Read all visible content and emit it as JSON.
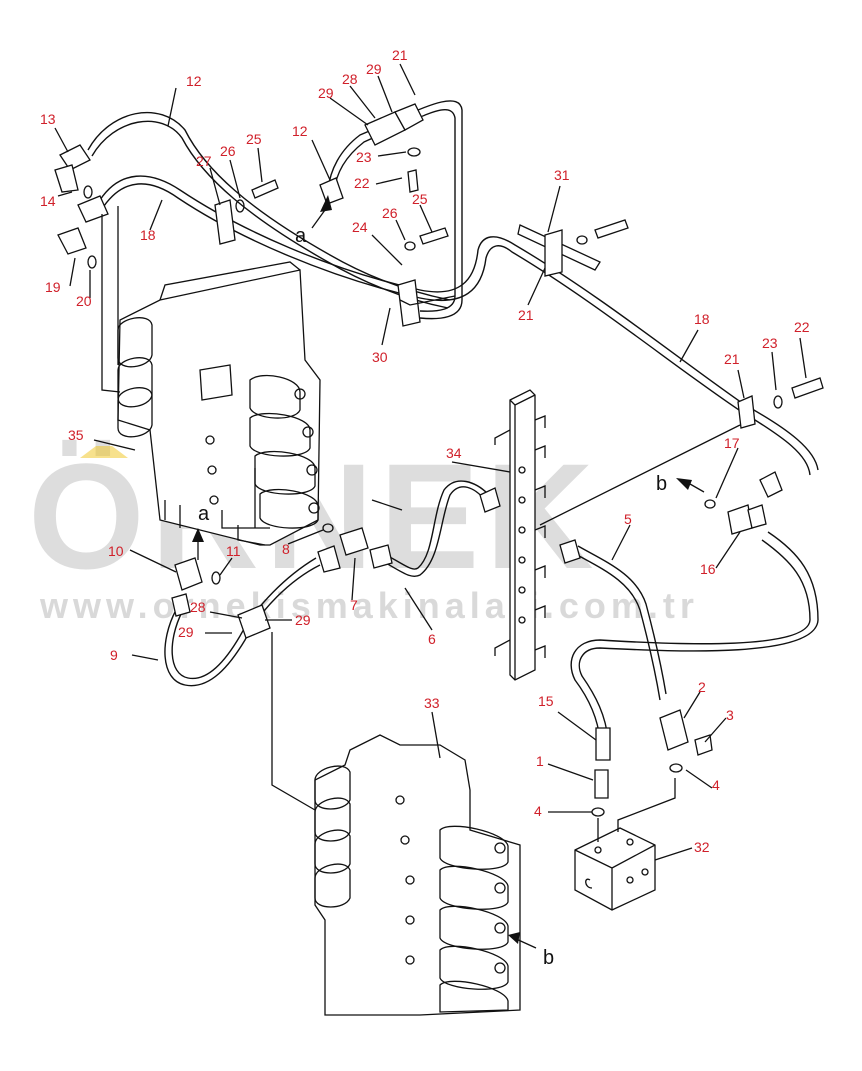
{
  "watermark": {
    "brand": "ÖRNEK",
    "url": "www.ornekismakinalari.com.tr",
    "accent_color": "#f0c419"
  },
  "colors": {
    "callout": "#d0202a",
    "lines": "#111111"
  },
  "callouts": [
    {
      "id": "c12a",
      "text": "12"
    },
    {
      "id": "c13",
      "text": "13"
    },
    {
      "id": "c14",
      "text": "14"
    },
    {
      "id": "c18a",
      "text": "18"
    },
    {
      "id": "c19",
      "text": "19"
    },
    {
      "id": "c20",
      "text": "20"
    },
    {
      "id": "c27",
      "text": "27"
    },
    {
      "id": "c26a",
      "text": "26"
    },
    {
      "id": "c25a",
      "text": "25"
    },
    {
      "id": "c29a",
      "text": "29"
    },
    {
      "id": "c28a",
      "text": "28"
    },
    {
      "id": "c29b",
      "text": "29"
    },
    {
      "id": "c21a",
      "text": "21"
    },
    {
      "id": "c12b",
      "text": "12"
    },
    {
      "id": "c23a",
      "text": "23"
    },
    {
      "id": "c22a",
      "text": "22"
    },
    {
      "id": "c26b",
      "text": "26"
    },
    {
      "id": "c25b",
      "text": "25"
    },
    {
      "id": "c24",
      "text": "24"
    },
    {
      "id": "c30",
      "text": "30"
    },
    {
      "id": "c31",
      "text": "31"
    },
    {
      "id": "c21b",
      "text": "21"
    },
    {
      "id": "c18b",
      "text": "18"
    },
    {
      "id": "c23b",
      "text": "23"
    },
    {
      "id": "c22b",
      "text": "22"
    },
    {
      "id": "c21c",
      "text": "21"
    },
    {
      "id": "c35",
      "text": "35"
    },
    {
      "id": "c34",
      "text": "34"
    },
    {
      "id": "c17",
      "text": "17"
    },
    {
      "id": "c5",
      "text": "5"
    },
    {
      "id": "c16",
      "text": "16"
    },
    {
      "id": "c8",
      "text": "8"
    },
    {
      "id": "c10",
      "text": "10"
    },
    {
      "id": "c11",
      "text": "11"
    },
    {
      "id": "c7",
      "text": "7"
    },
    {
      "id": "c28b",
      "text": "28"
    },
    {
      "id": "c29c",
      "text": "29"
    },
    {
      "id": "c29d",
      "text": "29"
    },
    {
      "id": "c9",
      "text": "9"
    },
    {
      "id": "c6",
      "text": "6"
    },
    {
      "id": "c2",
      "text": "2"
    },
    {
      "id": "c3",
      "text": "3"
    },
    {
      "id": "c15",
      "text": "15"
    },
    {
      "id": "c1",
      "text": "1"
    },
    {
      "id": "c4a",
      "text": "4"
    },
    {
      "id": "c4b",
      "text": "4"
    },
    {
      "id": "c33",
      "text": "33"
    },
    {
      "id": "c32",
      "text": "32"
    }
  ],
  "reference_marks": [
    {
      "id": "ra1",
      "text": "a"
    },
    {
      "id": "ra2",
      "text": "a"
    },
    {
      "id": "rb1",
      "text": "b"
    },
    {
      "id": "rb2",
      "text": "b"
    }
  ]
}
